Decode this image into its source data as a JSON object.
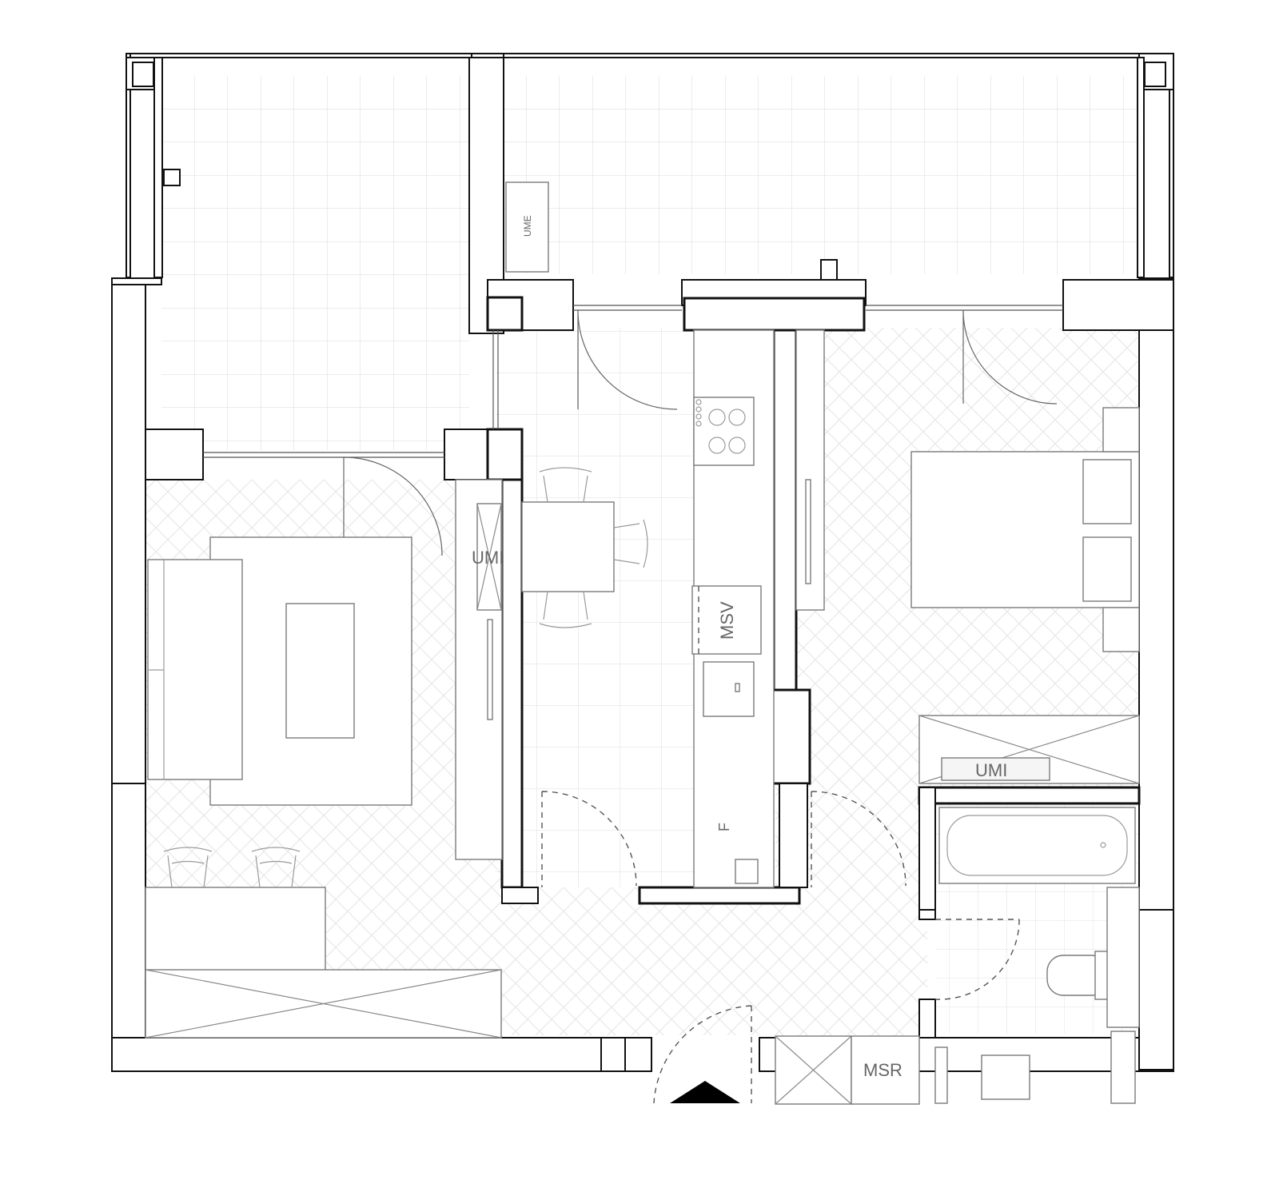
{
  "labels": {
    "ume": "UME",
    "umi_living": "UMI",
    "msv": "MSV",
    "f": "F",
    "umi_bedroom": "UMI",
    "msr": "MSR"
  },
  "colors": {
    "wall": "#111111",
    "furniture": "#7a7a7a",
    "tile_grid": "#d6d6d6",
    "herringbone": "#e2e2e2",
    "entrance_marker": "#000000"
  },
  "icons": [
    "entrance-arrow-icon",
    "cooktop-icon",
    "bathtub-icon",
    "toilet-icon",
    "washbasin-icon",
    "sink-icon"
  ]
}
